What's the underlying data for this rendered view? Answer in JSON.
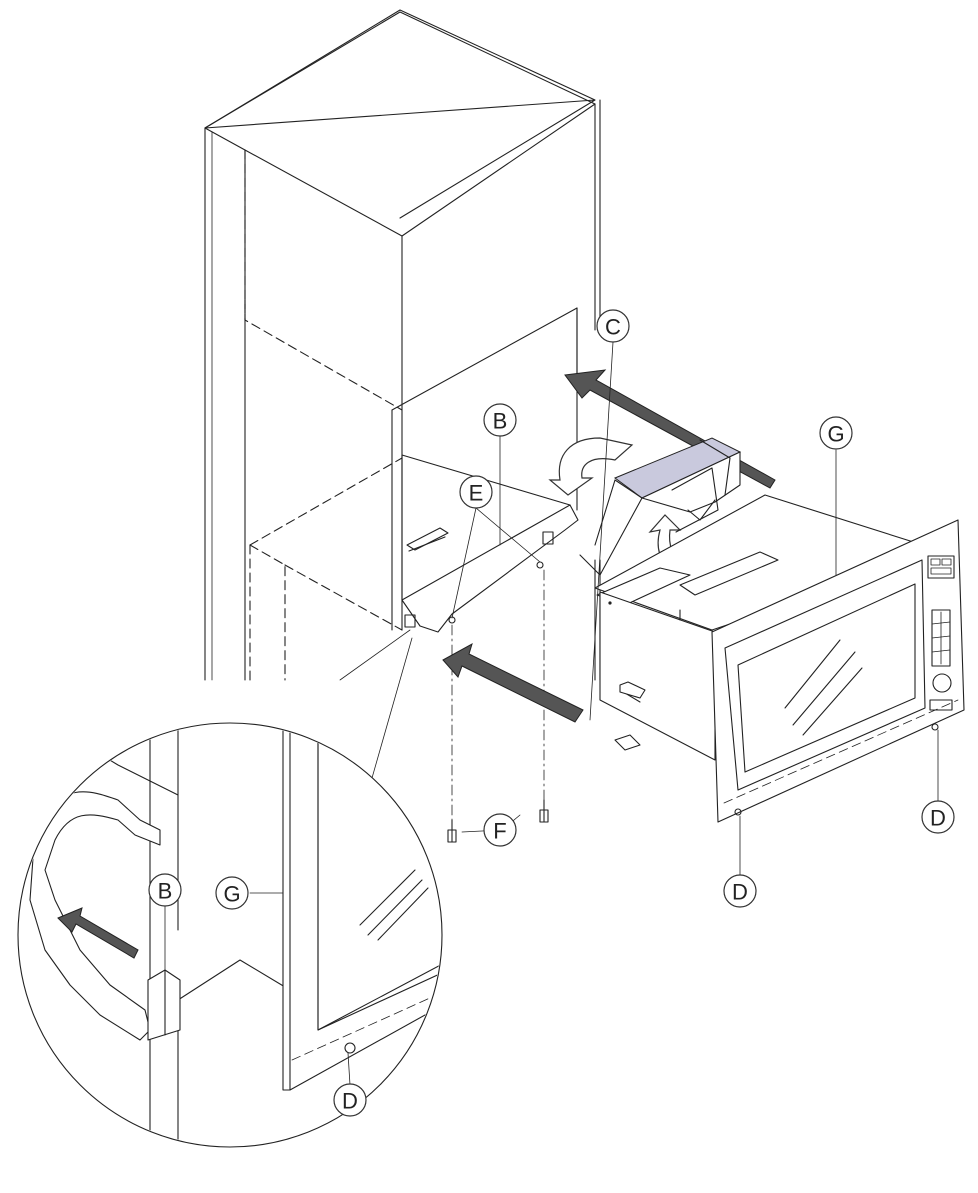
{
  "callouts": [
    {
      "id": "callout-c",
      "label": "C"
    },
    {
      "id": "callout-b-top",
      "label": "B"
    },
    {
      "id": "callout-e",
      "label": "E"
    },
    {
      "id": "callout-g-top",
      "label": "G"
    },
    {
      "id": "callout-f",
      "label": "F"
    },
    {
      "id": "callout-d-right",
      "label": "D"
    },
    {
      "id": "callout-d-bottom",
      "label": "D"
    },
    {
      "id": "callout-b-detail",
      "label": "B"
    },
    {
      "id": "callout-g-detail",
      "label": "G"
    },
    {
      "id": "callout-d-detail",
      "label": "D"
    }
  ]
}
